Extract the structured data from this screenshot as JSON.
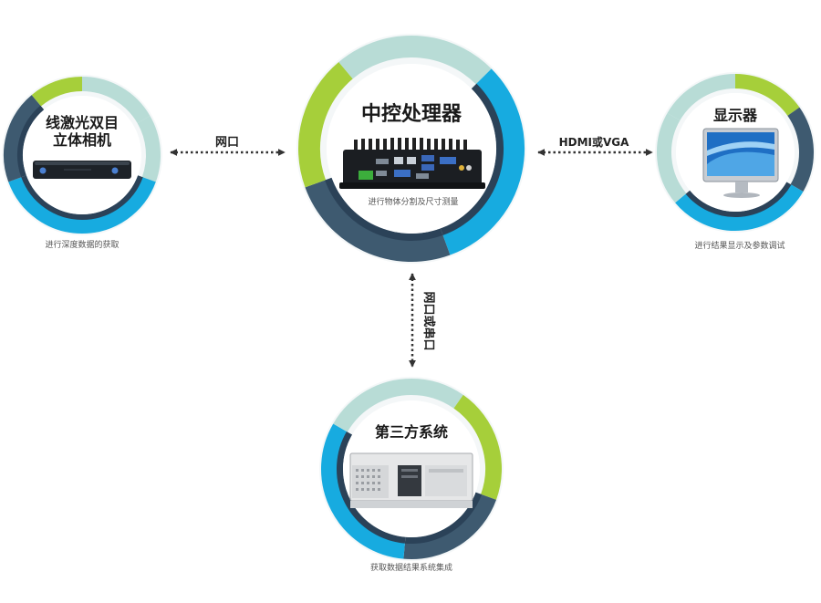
{
  "colors": {
    "green": "#a6cf3a",
    "cyan": "#17abe0",
    "navy": "#2b4258",
    "slate": "#3e5a70",
    "mint": "#b8dcd6",
    "arrow": "#333333"
  },
  "nodes": {
    "camera": {
      "title_line1": "线激光双目",
      "title_line2": "立体相机",
      "caption": "进行深度数据的获取"
    },
    "processor": {
      "title": "中控处理器",
      "caption": "进行物体分割及尺寸测量"
    },
    "display": {
      "title": "显示器",
      "caption": "进行结果显示及参数调试"
    },
    "third_party": {
      "title": "第三方系统",
      "caption": "获取数据结果系统集成"
    }
  },
  "links": {
    "camera_processor": "网口",
    "processor_display": "HDMI或VGA",
    "processor_third_party": "网口或串口"
  }
}
